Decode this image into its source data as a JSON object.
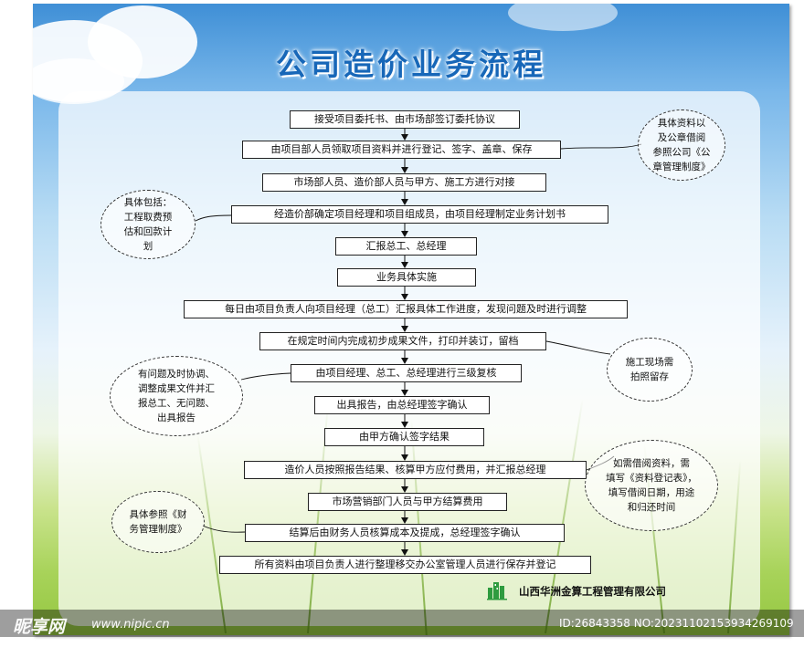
{
  "title": "公司造价业务流程",
  "steps": [
    "接受项目委托书、由市场部签订委托协议",
    "由项目部人员领取项目资料并进行登记、签字、盖章、保存",
    "市场部人员、造价部人员与甲方、施工方进行对接",
    "经造价部确定项目经理和项目组成员，由项目经理制定业务计划书",
    "汇报总工、总经理",
    "业务具体实施",
    "每日由项目负责人向项目经理（总工）汇报具体工作进度，发现问题及时进行调整",
    "在规定时间内完成初步成果文件，打印并装订，留档",
    "由项目经理、总工、总经理进行三级复核",
    "出具报告，由总经理签字确认",
    "由甲方确认签字结果",
    "造价人员按照报告结果、核算甲方应付费用，并汇报总经理",
    "市场营销部门人员与甲方结算费用",
    "结算后由财务人员核算成本及提成，总经理签字确认",
    "所有资料由项目负责人进行整理移交办公室管理人员进行保存并登记"
  ],
  "notes": [
    "具体资料以\n及公章借阅\n参照公司《公\n章管理制度》",
    "具体包括：\n工程取费预\n估和回款计\n划",
    "施工现场需\n拍照留存",
    "有问题及时协调、\n调整成果文件并汇\n报总工、无问题、\n出具报告",
    "如需借阅资料，需\n填写《资料登记表》，\n填写借阅日期，用途\n和归还时间",
    "具体参照《财\n务管理制度》"
  ],
  "company": "山西华洲金算工程管理有限公司",
  "watermark": {
    "brand": "昵享网",
    "url": "www.nipic.cn",
    "id": "ID:26843358 NO:20231102153934269109"
  },
  "colors": {
    "title": "#1767b8",
    "logo": "#2e9b3f"
  }
}
